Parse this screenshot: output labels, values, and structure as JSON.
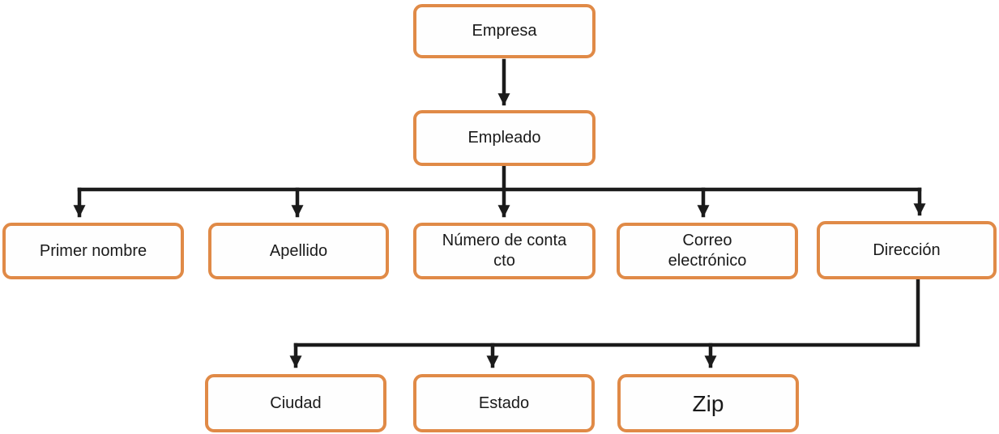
{
  "diagram": {
    "type": "tree",
    "colors": {
      "background": "#FFFFFF",
      "box_border": "#E08A47",
      "box_fill": "#FEFEFE",
      "line": "#1B1B1B",
      "text": "#1A1A1A"
    },
    "nodes": {
      "empresa": {
        "label": "Empresa"
      },
      "empleado": {
        "label": "Empleado"
      },
      "primer_nombre": {
        "label": "Primer nombre"
      },
      "apellido": {
        "label": "Apellido"
      },
      "numero_contacto": {
        "label": "Número de conta\ncto"
      },
      "correo_electronico": {
        "label": "Correo\nelectrónico"
      },
      "direccion": {
        "label": "Dirección"
      },
      "ciudad": {
        "label": "Ciudad"
      },
      "estado": {
        "label": "Estado"
      },
      "zip": {
        "label": "Zip"
      }
    },
    "edges": [
      {
        "from": "empresa",
        "to": "empleado"
      },
      {
        "from": "empleado",
        "to": "primer_nombre"
      },
      {
        "from": "empleado",
        "to": "apellido"
      },
      {
        "from": "empleado",
        "to": "numero_contacto"
      },
      {
        "from": "empleado",
        "to": "correo_electronico"
      },
      {
        "from": "empleado",
        "to": "direccion"
      },
      {
        "from": "direccion",
        "to": "ciudad"
      },
      {
        "from": "direccion",
        "to": "estado"
      },
      {
        "from": "direccion",
        "to": "zip"
      }
    ]
  }
}
